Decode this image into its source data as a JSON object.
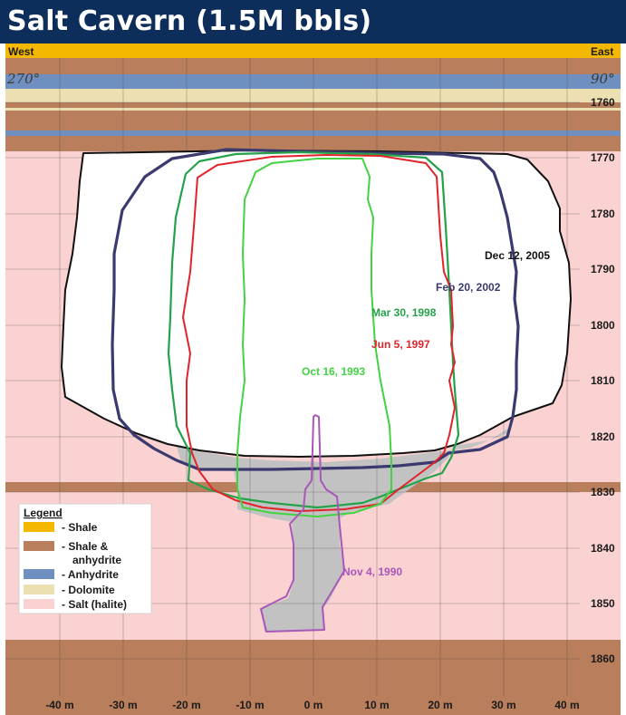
{
  "title": "Salt Cavern (1.5M bbls)",
  "header": {
    "west_label": "West",
    "east_label": "East",
    "west_bearing": "270°",
    "east_bearing": "90°"
  },
  "colors": {
    "shale": "#f5b800",
    "shale_anhydrite": "#b97e5c",
    "anhydrite": "#6f8fc0",
    "dolomite": "#ece0b3",
    "salt": "#fad2d2",
    "cavity_gray": "#c2c2c2",
    "title_bg": "#0d2d5a",
    "survey_2005": "#111111",
    "survey_2002": "#3a3a6e",
    "survey_1998": "#24a24a",
    "survey_1997": "#e0242c",
    "survey_1993": "#42d242",
    "survey_1990": "#a857b8"
  },
  "depth_ticks": [
    "1760",
    "1770",
    "1780",
    "1790",
    "1800",
    "1810",
    "1820",
    "1830",
    "1840",
    "1850",
    "1860"
  ],
  "x_ticks": [
    "-40 m",
    "-30 m",
    "-20 m",
    "-10 m",
    "0 m",
    "10 m",
    "20 m",
    "30 m",
    "40 m"
  ],
  "surveys": [
    {
      "key": "2005",
      "label": "Dec 12, 2005"
    },
    {
      "key": "2002",
      "label": "Feb 20, 2002"
    },
    {
      "key": "1998",
      "label": "Mar 30, 1998"
    },
    {
      "key": "1997",
      "label": "Jun 5, 1997"
    },
    {
      "key": "1993",
      "label": "Oct 16, 1993"
    },
    {
      "key": "1990",
      "label": "Nov 4, 1990"
    }
  ],
  "legend": {
    "title": "Legend",
    "items": [
      {
        "label": "- Shale",
        "color": "#f5b800"
      },
      {
        "label": "- Shale &",
        "label2": "anhydrite",
        "color": "#b97e5c"
      },
      {
        "label": "- Anhydrite",
        "color": "#6f8fc0"
      },
      {
        "label": "- Dolomite",
        "color": "#ece0b3"
      },
      {
        "label": "- Salt (halite)",
        "color": "#fad2d2"
      }
    ]
  }
}
